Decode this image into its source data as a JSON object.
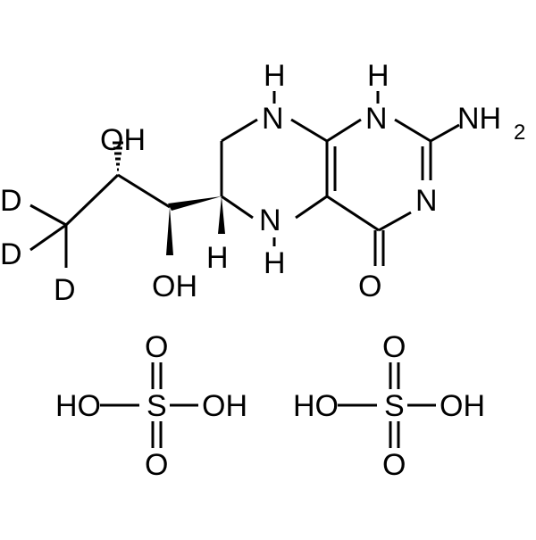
{
  "structure": {
    "atoms": {
      "H_n8": "H",
      "N8": "N",
      "H_n1": "H",
      "N1": "N",
      "NH2_N": "NH",
      "NH2_sub": "2",
      "N3": "N",
      "N5": "N",
      "H_n5": "H",
      "O4": "O",
      "OH_top": "OH",
      "OH_bottom": "OH",
      "H_c6": "H",
      "D1": "D",
      "D2": "D",
      "D3": "D"
    },
    "sulfuric_acid": [
      {
        "O_top": "O",
        "HO_left": "HO",
        "S": "S",
        "OH_right": "OH",
        "O_bottom": "O"
      },
      {
        "O_top": "O",
        "HO_left": "HO",
        "S": "S",
        "OH_right": "OH",
        "O_bottom": "O"
      }
    ]
  }
}
